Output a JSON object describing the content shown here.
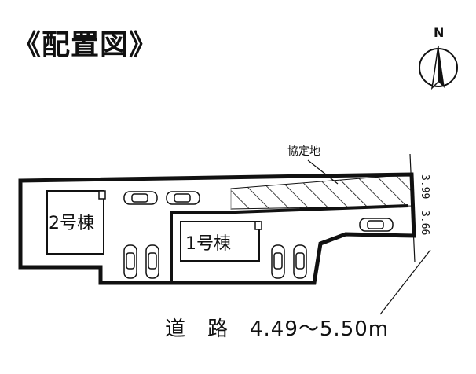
{
  "title": "《配置図》",
  "north": {
    "label": "N"
  },
  "site": {
    "agreement_label": "協定地",
    "building_1": "1号棟",
    "building_2": "2号棟",
    "dim_1": "3.99",
    "dim_2": "3.66",
    "road_label": "道　路　4.49～5.50m"
  }
}
